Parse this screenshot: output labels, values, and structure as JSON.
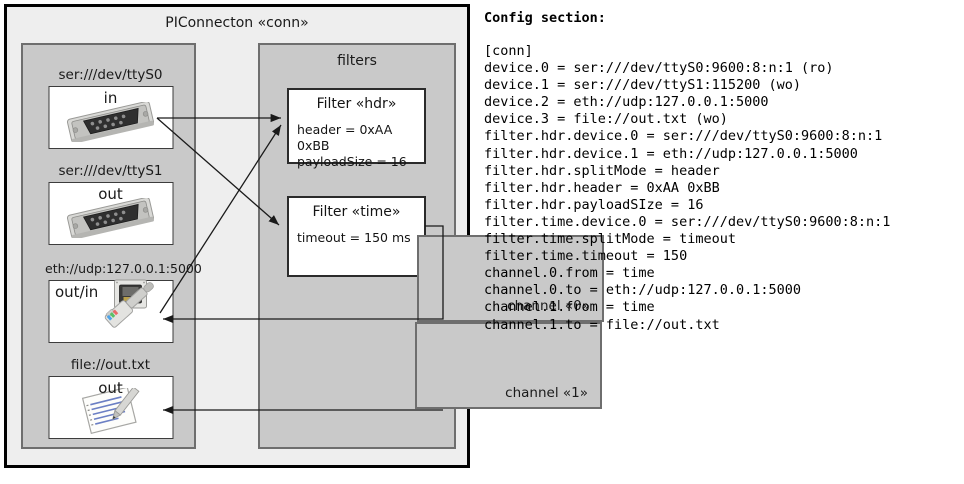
{
  "diagram": {
    "title": "PIConnecton «conn»",
    "devices_panel": {
      "name": "devices",
      "devices": [
        {
          "caption": "ser:///dev/ttyS0",
          "direction": "in",
          "icon": "serial-db9-connector-icon"
        },
        {
          "caption": "ser:///dev/ttyS1",
          "direction": "out",
          "icon": "serial-db9-connector-icon"
        },
        {
          "caption": "eth://udp:127.0.0.1:5000",
          "direction": "out/in",
          "icon": "ethernet-rj45-icon"
        },
        {
          "caption": "file://out.txt",
          "direction": "out",
          "icon": "text-file-pencil-icon"
        }
      ]
    },
    "filters_panel": {
      "title": "filters",
      "filters": [
        {
          "title": "Filter «hdr»",
          "props": [
            "header = 0xAA 0xBB",
            "payloadSize = 16"
          ]
        },
        {
          "title": "Filter «time»",
          "props": [
            "timeout = 150 ms"
          ]
        }
      ],
      "channels": [
        {
          "label": "channel «0»"
        },
        {
          "label": "channel «1»"
        }
      ]
    }
  },
  "config": {
    "heading": "Config section:",
    "lines": [
      "[conn]",
      "device.0 = ser:///dev/ttyS0:9600:8:n:1 (ro)",
      "device.1 = ser:///dev/ttyS1:115200 (wo)",
      "device.2 = eth://udp:127.0.0.1:5000",
      "device.3 = file://out.txt (wo)",
      "filter.hdr.device.0 = ser:///dev/ttyS0:9600:8:n:1",
      "filter.hdr.device.1 = eth://udp:127.0.0.1:5000",
      "filter.hdr.splitMode = header",
      "filter.hdr.header = 0xAA 0xBB",
      "filter.hdr.payloadSIze = 16",
      "filter.time.device.0 = ser:///dev/ttyS0:9600:8:n:1",
      "filter.time.splitMode = timeout",
      "filter.time.timeout = 150",
      "channel.0.from = time",
      "channel.0.to = eth://udp:127.0.0.1:5000",
      "channel.1.from = time",
      "channel.1.to = file://out.txt"
    ]
  },
  "colors": {
    "outer_fill": "#eeeeee",
    "panel_fill": "#c9c9c9",
    "panel_border": "#6e6e6e",
    "node_fill": "#ffffff",
    "edge": "#1a1a1a"
  }
}
